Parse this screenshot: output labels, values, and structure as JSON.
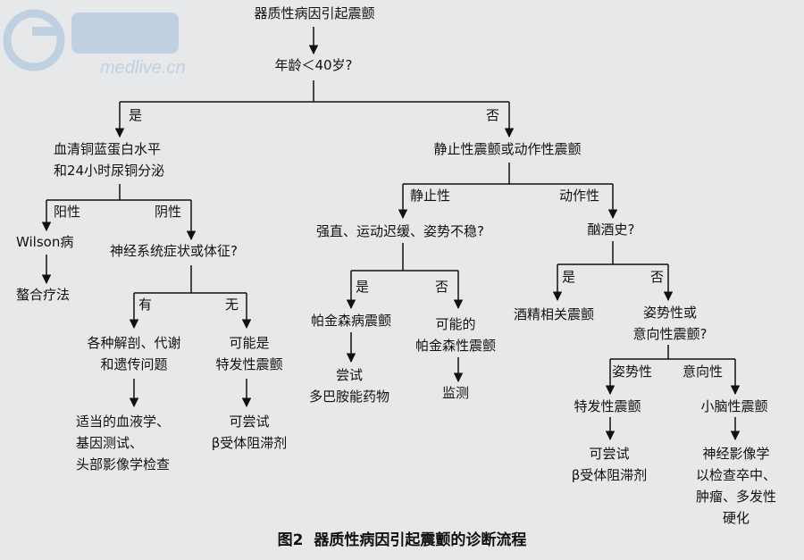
{
  "flowchart": {
    "root": "器质性病因引起震颤",
    "age_question": "年龄＜40岁?",
    "age_yes": "是",
    "age_no": "否",
    "ceruloplasmin": [
      "血清铜蓝蛋白水平",
      "和24小时尿铜分泌"
    ],
    "positive": "阳性",
    "negative": "阴性",
    "wilson": "Wilson病",
    "chelation": "螯合疗法",
    "neuro_question": "神经系统症状或体征?",
    "neuro_yes": "有",
    "neuro_no": "无",
    "anatomic": [
      "各种解剖、代谢",
      "和遗传问题"
    ],
    "labs": [
      "适当的血液学、",
      "基因测试、",
      "头部影像学检查"
    ],
    "possible_essential": [
      "可能是",
      "特发性震颤"
    ],
    "try_beta_left": [
      "可尝试",
      "β受体阻滞剂"
    ],
    "rest_or_action": "静止性震颤或动作性震颤",
    "rest": "静止性",
    "action": "动作性",
    "rigidity_question": "强直、运动迟缓、姿势不稳?",
    "rigidity_yes": "是",
    "rigidity_no": "否",
    "parkinson": "帕金森病震颤",
    "try_dopa": [
      "尝试",
      "多巴胺能药物"
    ],
    "possible_parkinson": [
      "可能的",
      "帕金森性震颤"
    ],
    "monitor": "监测",
    "alcohol_question": "酗酒史?",
    "alcohol_yes": "是",
    "alcohol_no": "否",
    "alcohol_tremor": "酒精相关震颤",
    "postural_question": [
      "姿势性或",
      "意向性震颤?"
    ],
    "postural": "姿势性",
    "intention": "意向性",
    "essential": "特发性震颤",
    "try_beta_right": [
      "可尝试",
      "β受体阻滞剂"
    ],
    "cerebellar": "小脑性震颤",
    "neuroimaging": [
      "神经影像学",
      "以检查卒中、",
      "肿瘤、多发性",
      "硬化"
    ]
  },
  "caption": "图2  器质性病因引起震颤的诊断流程",
  "watermark": "medlive.cn",
  "colors": {
    "line": "#111111",
    "background": "#e6e8ea",
    "watermark": "#3a7fc4"
  }
}
